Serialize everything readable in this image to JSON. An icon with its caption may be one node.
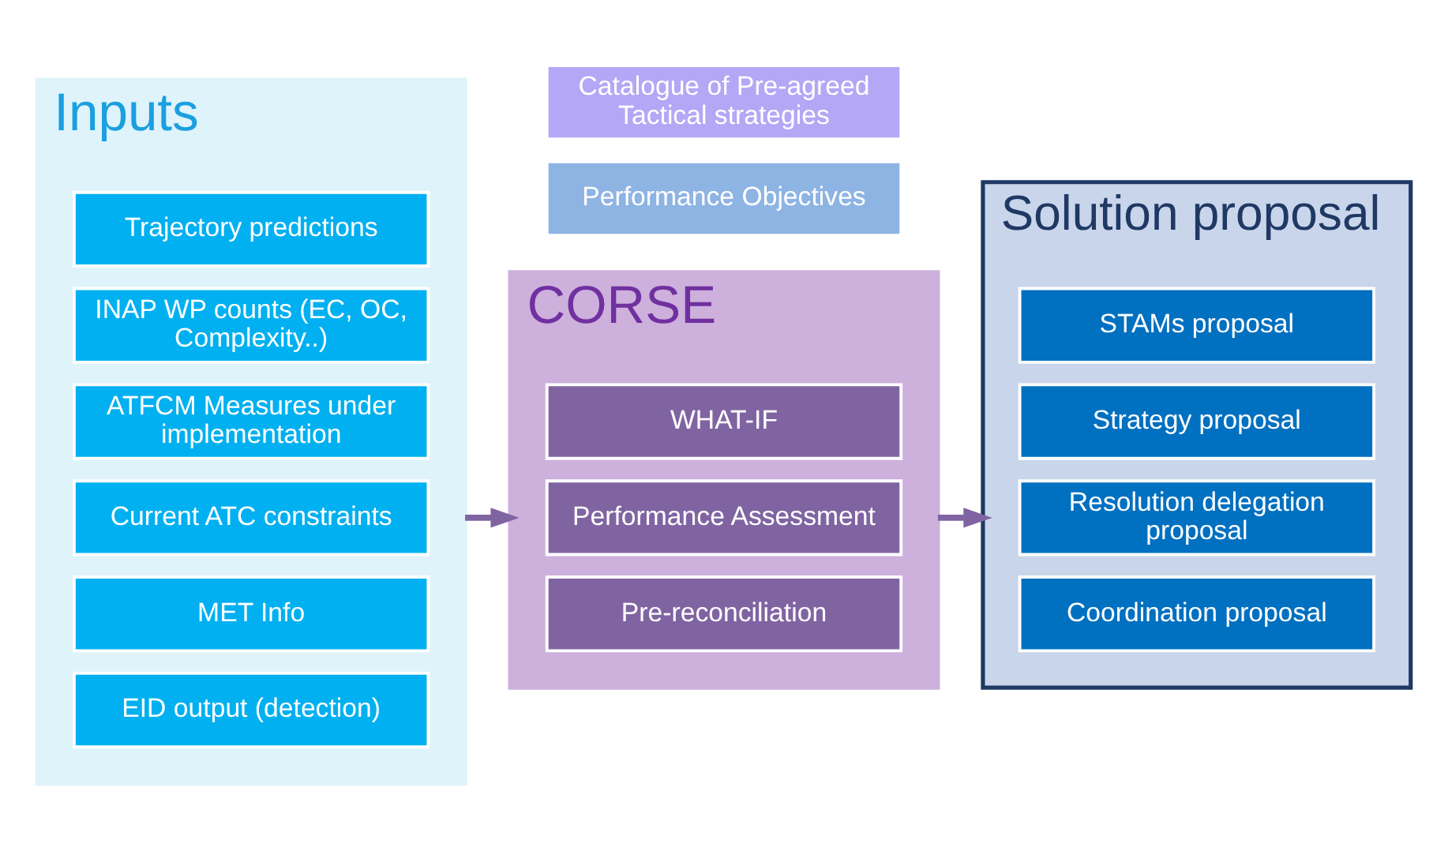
{
  "diagram": {
    "nodes": [
      {
        "text": [
          "Inputs"
        ]
      },
      {
        "text": [
          "Trajectory predictions"
        ],
        "in": 0
      },
      {
        "text": [
          "INAP WP counts (EC, OC, Complexity..)"
        ],
        "in": 0
      },
      {
        "text": [
          "ATFCM Measures under implementation"
        ],
        "in": 0
      },
      {
        "text": [
          "Current ATC constraints"
        ],
        "in": 0
      },
      {
        "text": [
          "MET Info"
        ],
        "in": 0
      },
      {
        "text": [
          "EID output (detection)"
        ],
        "in": 0
      },
      {
        "text": [
          "Performance Objectives"
        ]
      },
      {
        "text": [
          "Catalogue of Pre-agreed Tactical strategies"
        ]
      },
      {
        "text": [
          "CORSE"
        ]
      },
      {
        "text": [
          "WHAT-IF"
        ],
        "in": 9
      },
      {
        "text": [
          "Performance Assessment"
        ],
        "in": 9
      },
      {
        "text": [
          "Pre-reconciliation"
        ],
        "in": 9
      },
      {
        "text": [
          "Solution proposal"
        ]
      },
      {
        "text": [
          "STAMs proposal"
        ],
        "in": 13
      },
      {
        "text": [
          "Strategy proposal"
        ],
        "in": 13
      },
      {
        "text": [
          "Resolution delegation proposal"
        ],
        "in": 13
      },
      {
        "text": [
          "Coordination proposal"
        ],
        "in": 13
      }
    ],
    "edges": [
      {
        "from": 0,
        "to": 9,
        "arrow": "to"
      },
      {
        "from": 9,
        "to": 13,
        "arrow": "to"
      }
    ]
  }
}
